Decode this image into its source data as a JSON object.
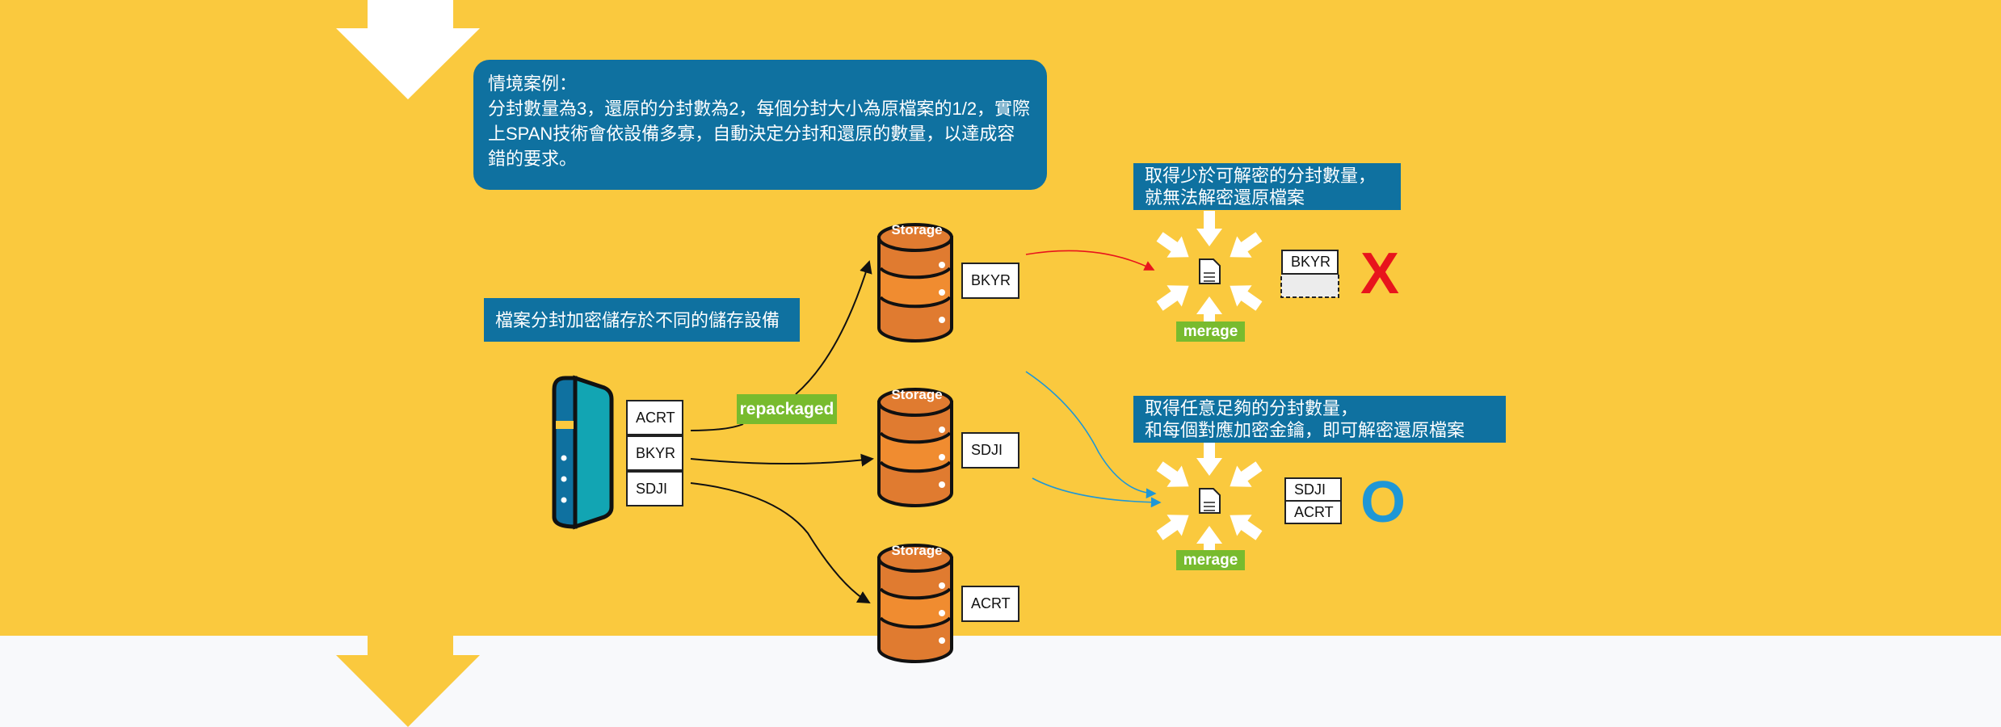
{
  "case_box": {
    "title": "情境案例：",
    "body": "分封數量為3，還原的分封數為2，每個分封大小為原檔案的1/2，實際上SPAN技術會依設備多寡，自動決定分封和還原的數量，以達成容錯的要求。"
  },
  "source_label": "檔案分封加密儲存於不同的儲存設備",
  "source_fragments": [
    "ACRT",
    "BKYR",
    "SDJI"
  ],
  "repackaged_label": "repackaged",
  "storages": [
    {
      "label": "Storage",
      "fragment": "BKYR"
    },
    {
      "label": "Storage",
      "fragment": "SDJI"
    },
    {
      "label": "Storage",
      "fragment": "ACRT"
    }
  ],
  "fail_case": {
    "line1": "取得少於可解密的分封數量，",
    "line2": "就無法解密還原檔案",
    "merge_label": "merage",
    "fragments": [
      "BKYR"
    ],
    "result": "X"
  },
  "success_case": {
    "line1": "取得任意足夠的分封數量，",
    "line2": "和每個對應加密金鑰，即可解密還原檔案",
    "merge_label": "merage",
    "fragments": [
      "SDJI",
      "ACRT"
    ],
    "result": "O"
  },
  "colors": {
    "background": "#fac93e",
    "blue": "#0f71a0",
    "green": "#78bb2e",
    "fail": "#e8141c",
    "success": "#1f97d6",
    "storage": "#e07b30"
  }
}
